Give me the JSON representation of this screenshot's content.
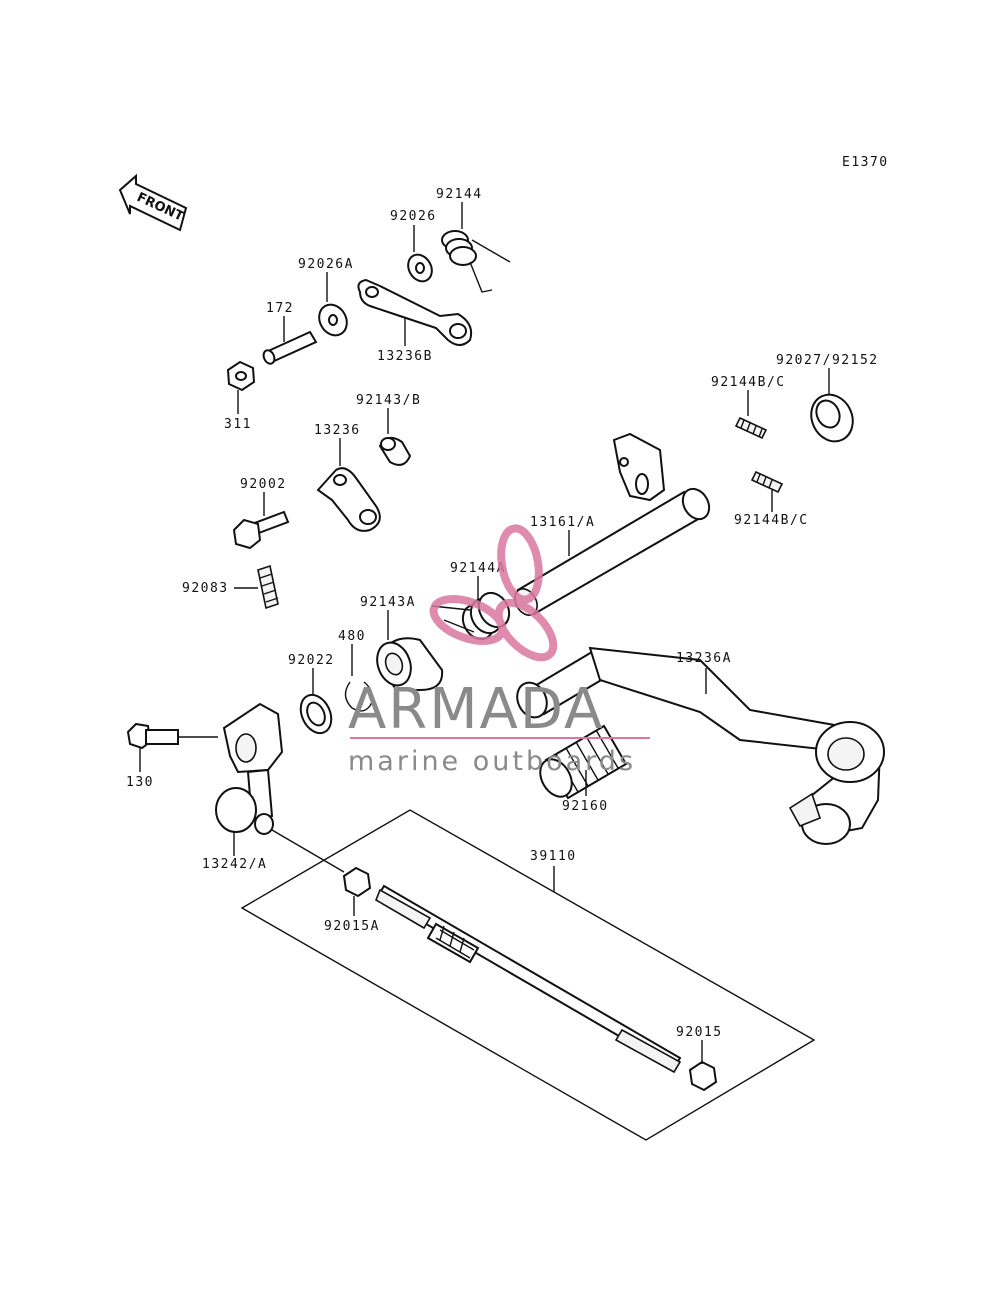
{
  "diagram": {
    "figure_code": "E1370",
    "direction_label": "FRONT",
    "parts": {
      "p92144": "92144",
      "p92026": "92026",
      "p92026A": "92026A",
      "p172": "172",
      "p13236B": "13236B",
      "p311": "311",
      "p92027_92152": "92027/92152",
      "p92144BC_top": "92144B/C",
      "p92143B": "92143/B",
      "p13236": "13236",
      "p92002": "92002",
      "p92144BC_bottom": "92144B/C",
      "p13161A": "13161/A",
      "p92083": "92083",
      "p92144A": "92144A",
      "p92143A": "92143A",
      "p480": "480",
      "p92022": "92022",
      "p13236A": "13236A",
      "p130": "130",
      "p92160": "92160",
      "p13242A": "13242/A",
      "p39110": "39110",
      "p92015A": "92015A",
      "p92015": "92015"
    }
  },
  "watermark": {
    "brand": "ARMADA",
    "tagline": "marine outboards",
    "logo_color": "#d9779f",
    "text_color": "#8a8a8a"
  }
}
